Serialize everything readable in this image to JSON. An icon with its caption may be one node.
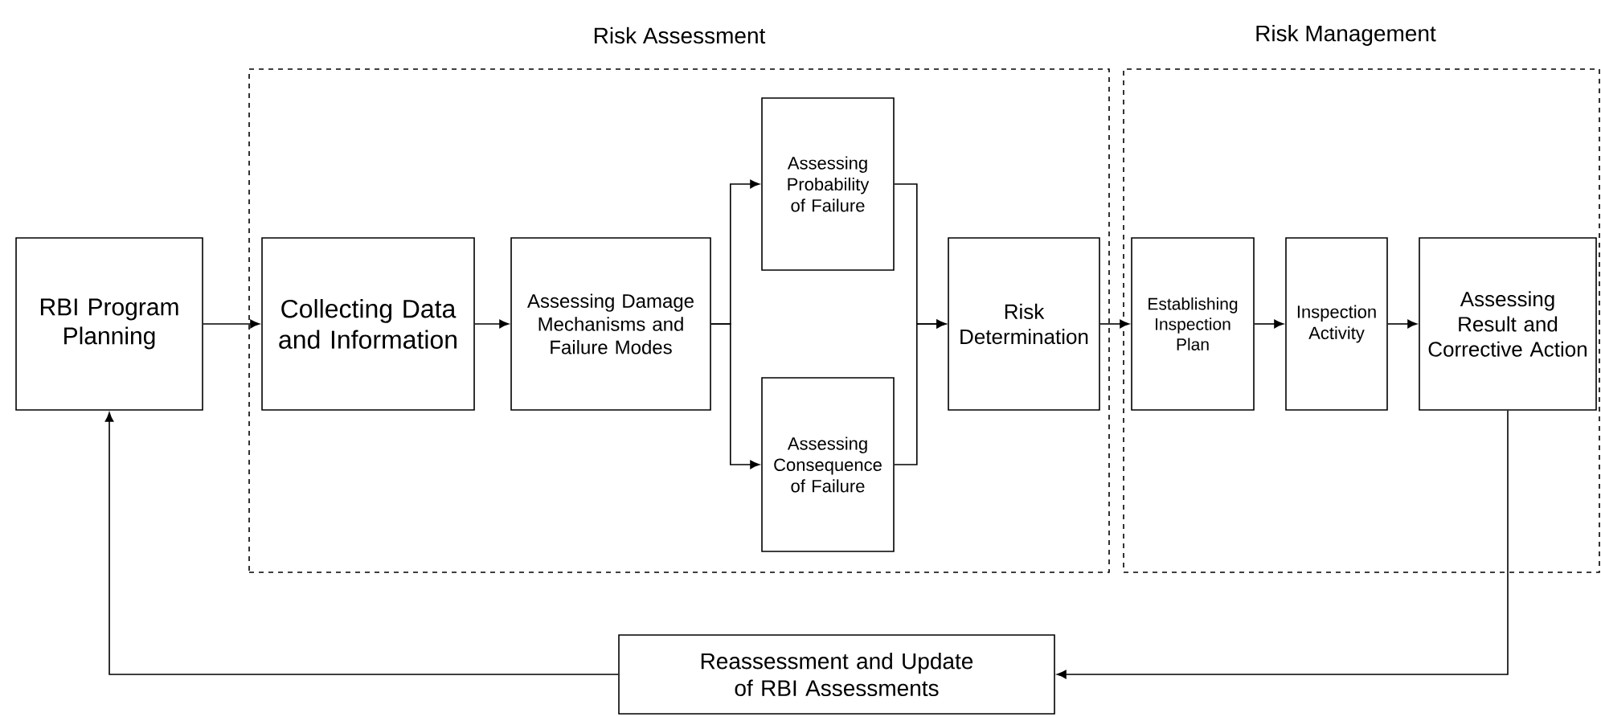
{
  "diagram": {
    "nodes": [
      {
        "text": [
          "RBI Program Planning"
        ]
      },
      {
        "text": [
          "Risk Assessment"
        ]
      },
      {
        "text": [
          "Collecting Data and Information"
        ],
        "in": 1
      },
      {
        "text": [
          "Assessing Damage Mechanisms and Failure Modes"
        ],
        "in": 1
      },
      {
        "text": [
          "Assessing Probability of Failure"
        ],
        "in": 1
      },
      {
        "text": [
          "Assessing Consequence of Failure"
        ],
        "in": 1
      },
      {
        "text": [
          "Risk Determination"
        ],
        "in": 1
      },
      {
        "text": [
          "Risk Management"
        ]
      },
      {
        "text": [
          "Establishing Inspection Plan"
        ],
        "in": 7
      },
      {
        "text": [
          "Inspection Activity"
        ],
        "in": 7
      },
      {
        "text": [
          "Assessing Result and Corrective Action"
        ],
        "in": 7
      },
      {
        "text": [
          "Reassessment and Update of RBI Assessments"
        ]
      }
    ],
    "edges": [
      {
        "from": 0,
        "to": 2,
        "arrow": "to"
      },
      {
        "from": 2,
        "to": 3,
        "arrow": "to"
      },
      {
        "from": 3,
        "to": 4,
        "arrow": "to"
      },
      {
        "from": 3,
        "to": 5,
        "arrow": "to"
      },
      {
        "from": 4,
        "to": 6,
        "arrow": "to"
      },
      {
        "from": 5,
        "to": 6,
        "arrow": "to"
      },
      {
        "from": 6,
        "to": 8,
        "arrow": "to"
      },
      {
        "from": 8,
        "to": 9,
        "arrow": "to"
      },
      {
        "from": 9,
        "to": 10,
        "arrow": "to"
      },
      {
        "from": 10,
        "to": 11,
        "arrow": "to"
      },
      {
        "from": 11,
        "to": 0,
        "arrow": "to"
      }
    ]
  }
}
